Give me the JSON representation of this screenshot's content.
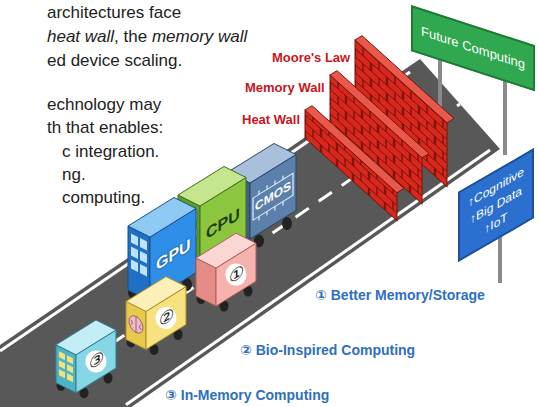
{
  "diagram": {
    "nodes": [
      {
        "text": [
          "GPU"
        ]
      },
      {
        "text": [
          "CPU"
        ]
      },
      {
        "text": [
          "CMOS"
        ]
      },
      {
        "text": [
          "Future Computing"
        ]
      },
      {
        "text": [
          "↑Cognitive",
          "↑Big Data",
          "↑IoT"
        ]
      },
      {
        "text": [
          "①"
        ]
      },
      {
        "text": [
          "②"
        ]
      },
      {
        "text": [
          "③"
        ]
      }
    ],
    "labels": [
      "architectures face",
      "heat wall",
      ", the",
      "memory wall",
      "ed device scaling.",
      "echnology may",
      "th that enables:",
      "c integration.",
      "ng.",
      "computing.",
      "Moore's Law",
      "Memory Wall",
      "Heat Wall",
      "① Better Memory/Storage",
      "② Bio-Inspired Computing",
      "③ In-Memory Computing"
    ]
  }
}
